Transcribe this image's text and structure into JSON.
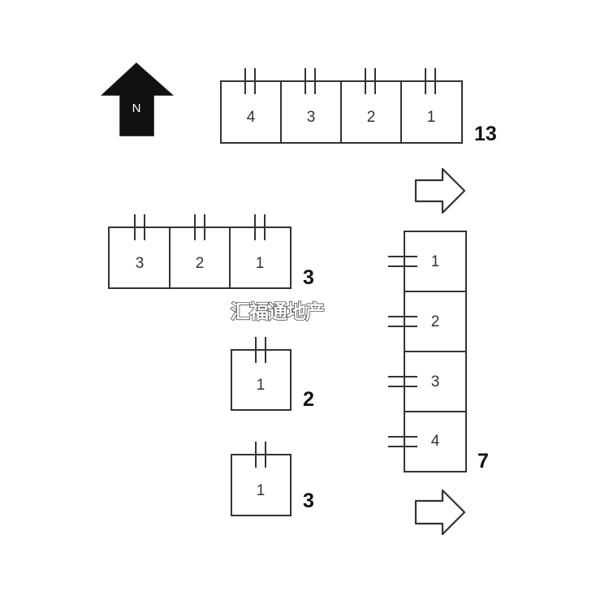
{
  "compass": {
    "label": "N",
    "icon": "north-arrow-icon"
  },
  "direction_arrows": [
    {
      "icon": "right-arrow-icon",
      "direction": "east"
    },
    {
      "icon": "right-arrow-icon",
      "direction": "east"
    }
  ],
  "groups": [
    {
      "id": "top-row",
      "cells": [
        "4",
        "3",
        "2",
        "1"
      ],
      "count": "13"
    },
    {
      "id": "left-row",
      "cells": [
        "3",
        "2",
        "1"
      ],
      "count": "3"
    },
    {
      "id": "single-upper",
      "cells": [
        "1"
      ],
      "count": "2"
    },
    {
      "id": "single-lower",
      "cells": [
        "1"
      ],
      "count": "3"
    },
    {
      "id": "right-column",
      "cells": [
        "1",
        "2",
        "3",
        "4"
      ],
      "count": "7"
    }
  ],
  "watermark": "汇福通地产",
  "colors": {
    "line": "#333333",
    "arrow_fill": "#111111",
    "background": "#ffffff"
  }
}
